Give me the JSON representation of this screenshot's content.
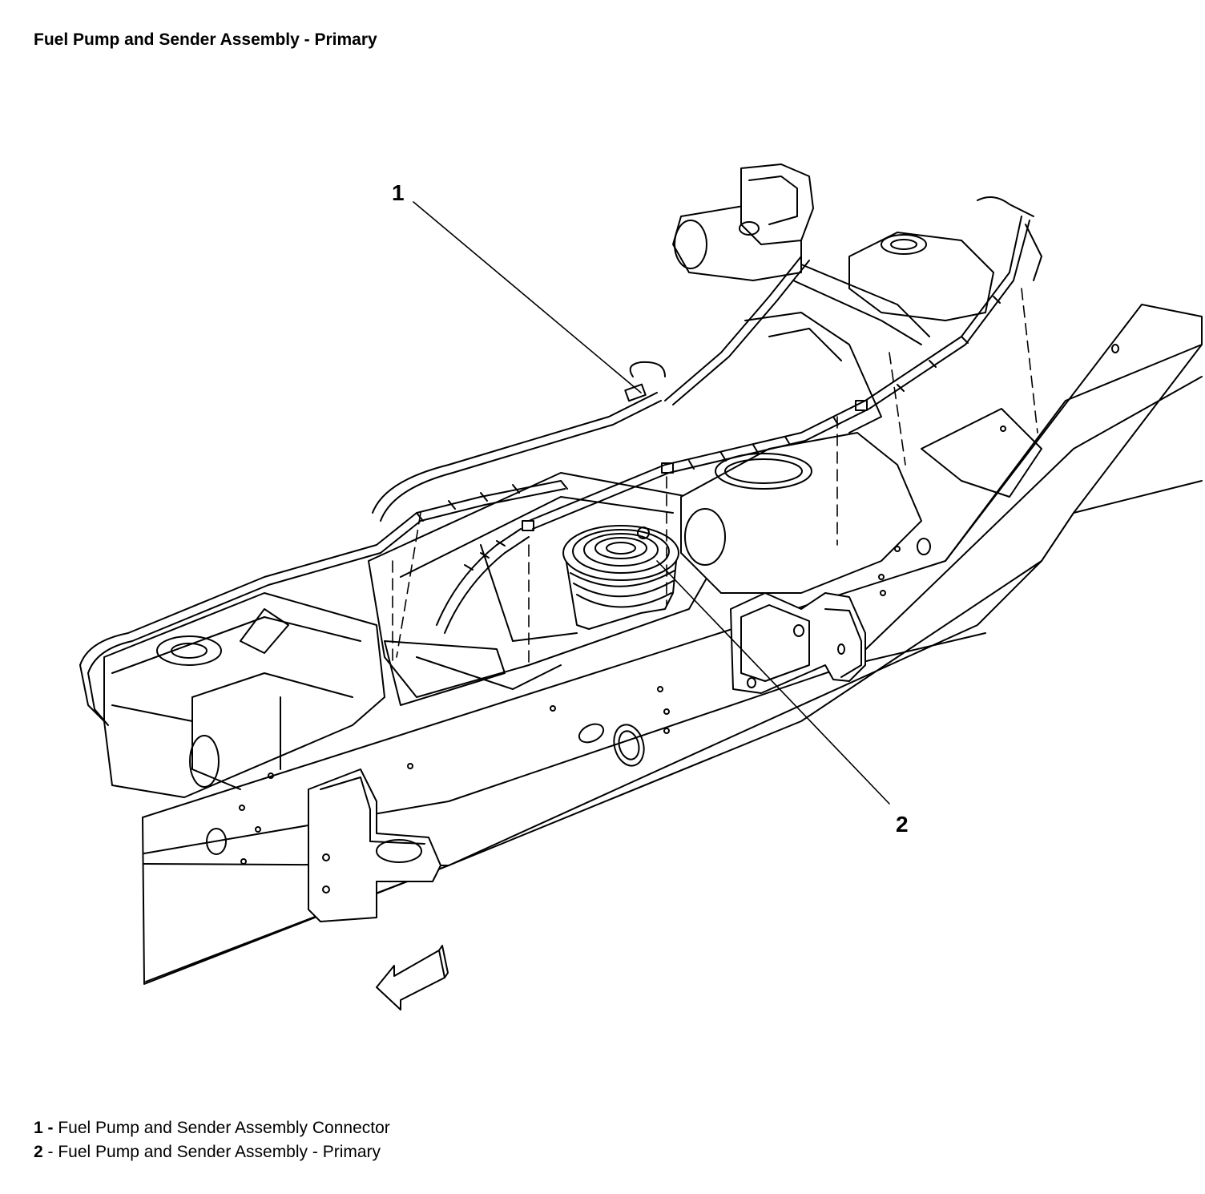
{
  "title": "Fuel Pump and Sender Assembly - Primary",
  "callouts": [
    {
      "number": "1"
    },
    {
      "number": "2"
    }
  ],
  "legend": [
    {
      "number": "1",
      "separator": "-",
      "text": "Fuel Pump and Sender Assembly Connector"
    },
    {
      "number": "2",
      "separator": "-",
      "text": "Fuel Pump and Sender Assembly - Primary"
    }
  ],
  "colors": {
    "line": "#000000",
    "background": "#ffffff"
  },
  "icons": {
    "direction": "front-direction-arrow-icon"
  }
}
